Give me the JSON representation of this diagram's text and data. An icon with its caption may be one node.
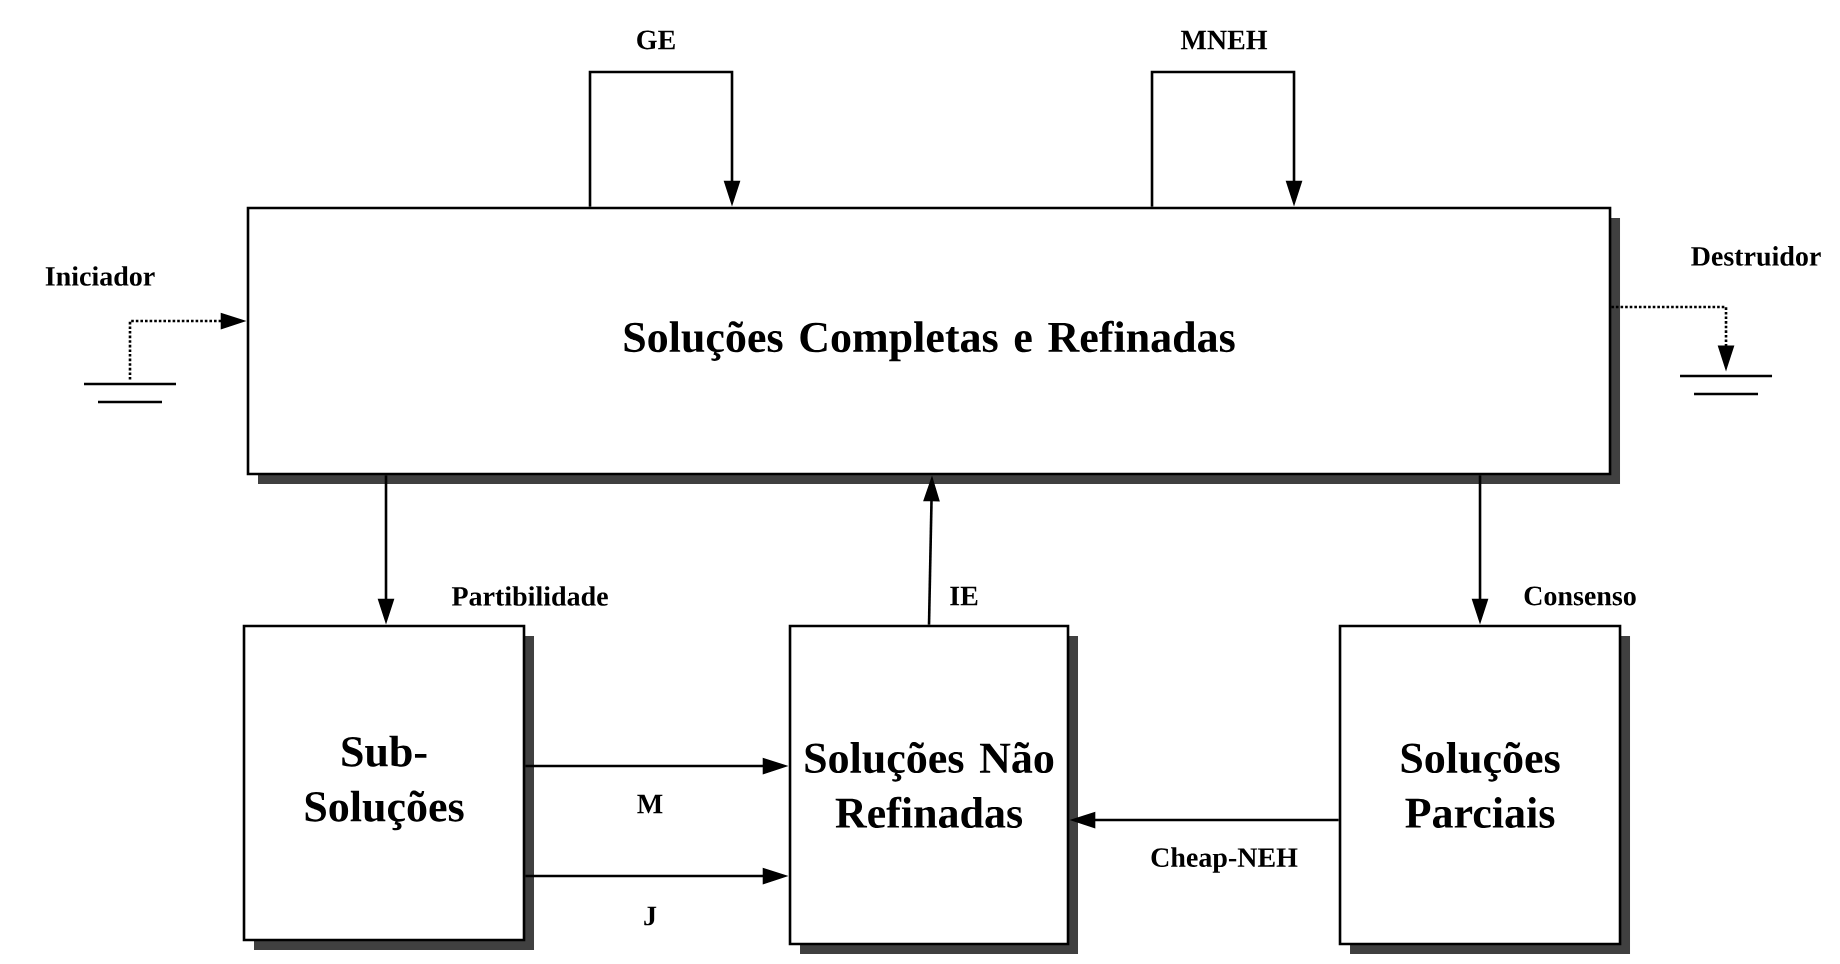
{
  "diagram": {
    "nodes": [
      {
        "text": [
          "Soluções Completas e Refinadas"
        ]
      },
      {
        "text": [
          "Sub- Soluções"
        ]
      },
      {
        "text": [
          "Soluções Não Refinadas"
        ]
      },
      {
        "text": [
          "Soluções Parciais"
        ]
      },
      {
        "text": [],
        "shape": "ground"
      },
      {
        "text": [],
        "shape": "ground"
      }
    ],
    "edges": [
      {
        "from": 0,
        "to": 0,
        "arrow": "to",
        "label": "GE"
      },
      {
        "from": 0,
        "to": 0,
        "arrow": "to",
        "label": "MNEH"
      },
      {
        "from": 4,
        "to": 0,
        "arrow": "to",
        "label": "Iniciador",
        "style": "dashed"
      },
      {
        "from": 0,
        "to": 5,
        "arrow": "to",
        "label": "Destruidor",
        "style": "dashed"
      },
      {
        "from": 0,
        "to": 1,
        "arrow": "to",
        "label": "Partibilidade"
      },
      {
        "from": 2,
        "to": 0,
        "arrow": "to",
        "label": "IE"
      },
      {
        "from": 0,
        "to": 3,
        "arrow": "to",
        "label": "Consenso"
      },
      {
        "from": 1,
        "to": 2,
        "arrow": "to",
        "label": "M"
      },
      {
        "from": 1,
        "to": 2,
        "arrow": "to",
        "label": "J"
      },
      {
        "from": 3,
        "to": 2,
        "arrow": "to",
        "label": "Cheap-NEH"
      }
    ]
  }
}
